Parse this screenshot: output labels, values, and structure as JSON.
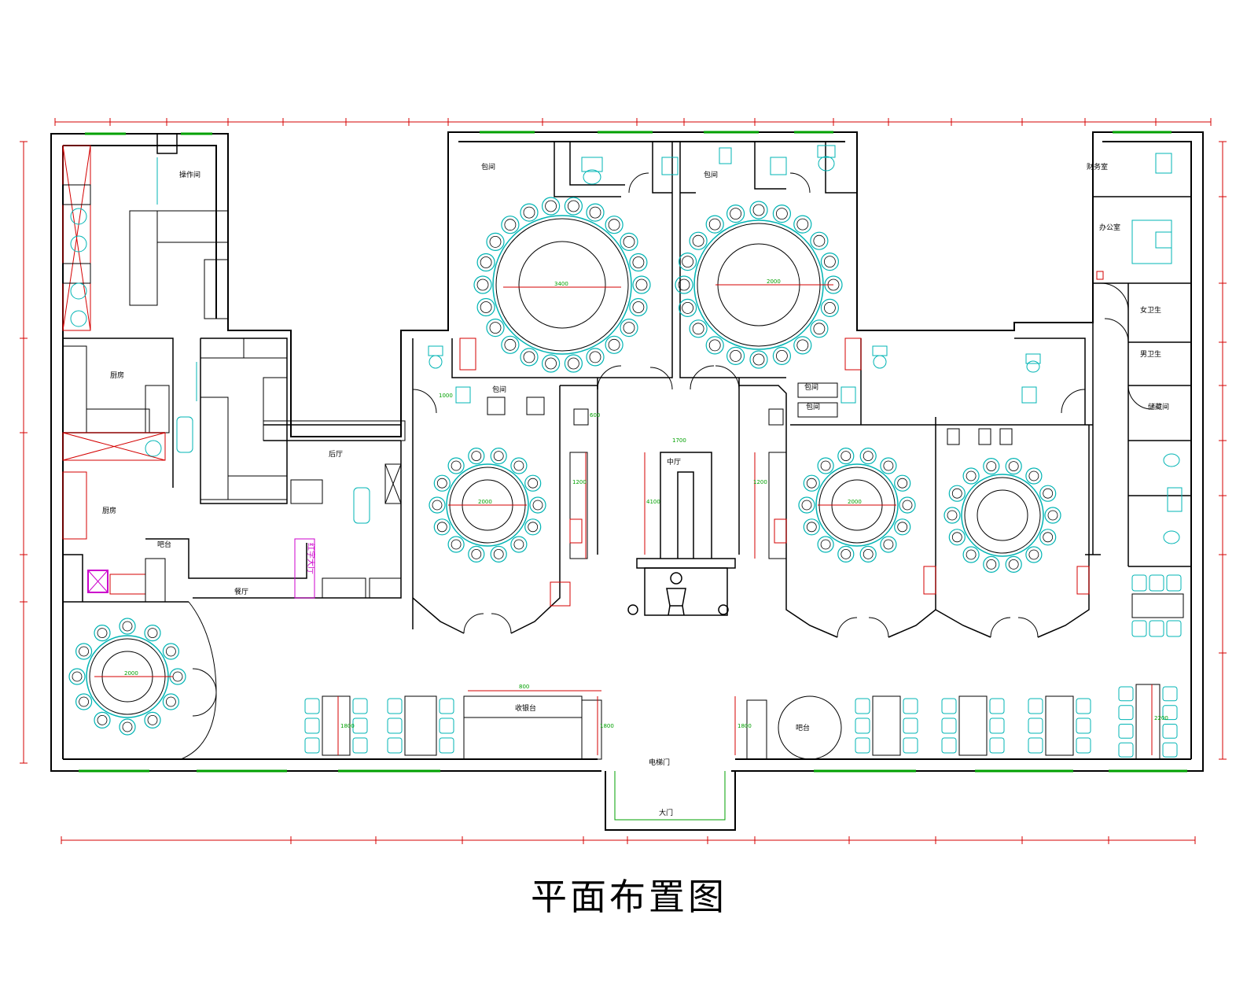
{
  "title": "平面布置图",
  "colors": {
    "wall": "#000000",
    "furniture": "#00b4b4",
    "dimension": "#d40000",
    "dimension_text": "#00a000",
    "window": "#00a000",
    "highlight": "#cc00cc"
  },
  "rooms": {
    "kitchen_top": "操作间",
    "kitchen_mid": "厨房",
    "kitchen_main": "厨房",
    "rear_hall": "后厅",
    "private_room_1": "包间",
    "private_room_2": "包间",
    "private_room_3": "包间",
    "private_room_4": "包间",
    "private_room_5": "包间",
    "central_hall": "中厅",
    "counter": "吧台",
    "cashier": "收银台",
    "office_finance": "财务室",
    "office": "办公室",
    "female_wc": "女卫生",
    "male_wc": "男卫生",
    "storage": "储藏间",
    "entrance_stair": "电梯门",
    "main_entrance": "大门",
    "round_counter": "吧台",
    "stage_sign": "红字大厅",
    "table_sign": "餐厅"
  },
  "dims": {
    "table_large": "3400",
    "table_medium": "2000",
    "hall_width": "1700",
    "hall_len": "4100",
    "seat_col": "1800",
    "seat_col_b": "2200",
    "misc_a": "1000",
    "misc_b": "1200",
    "misc_c": "800",
    "misc_d": "600"
  }
}
